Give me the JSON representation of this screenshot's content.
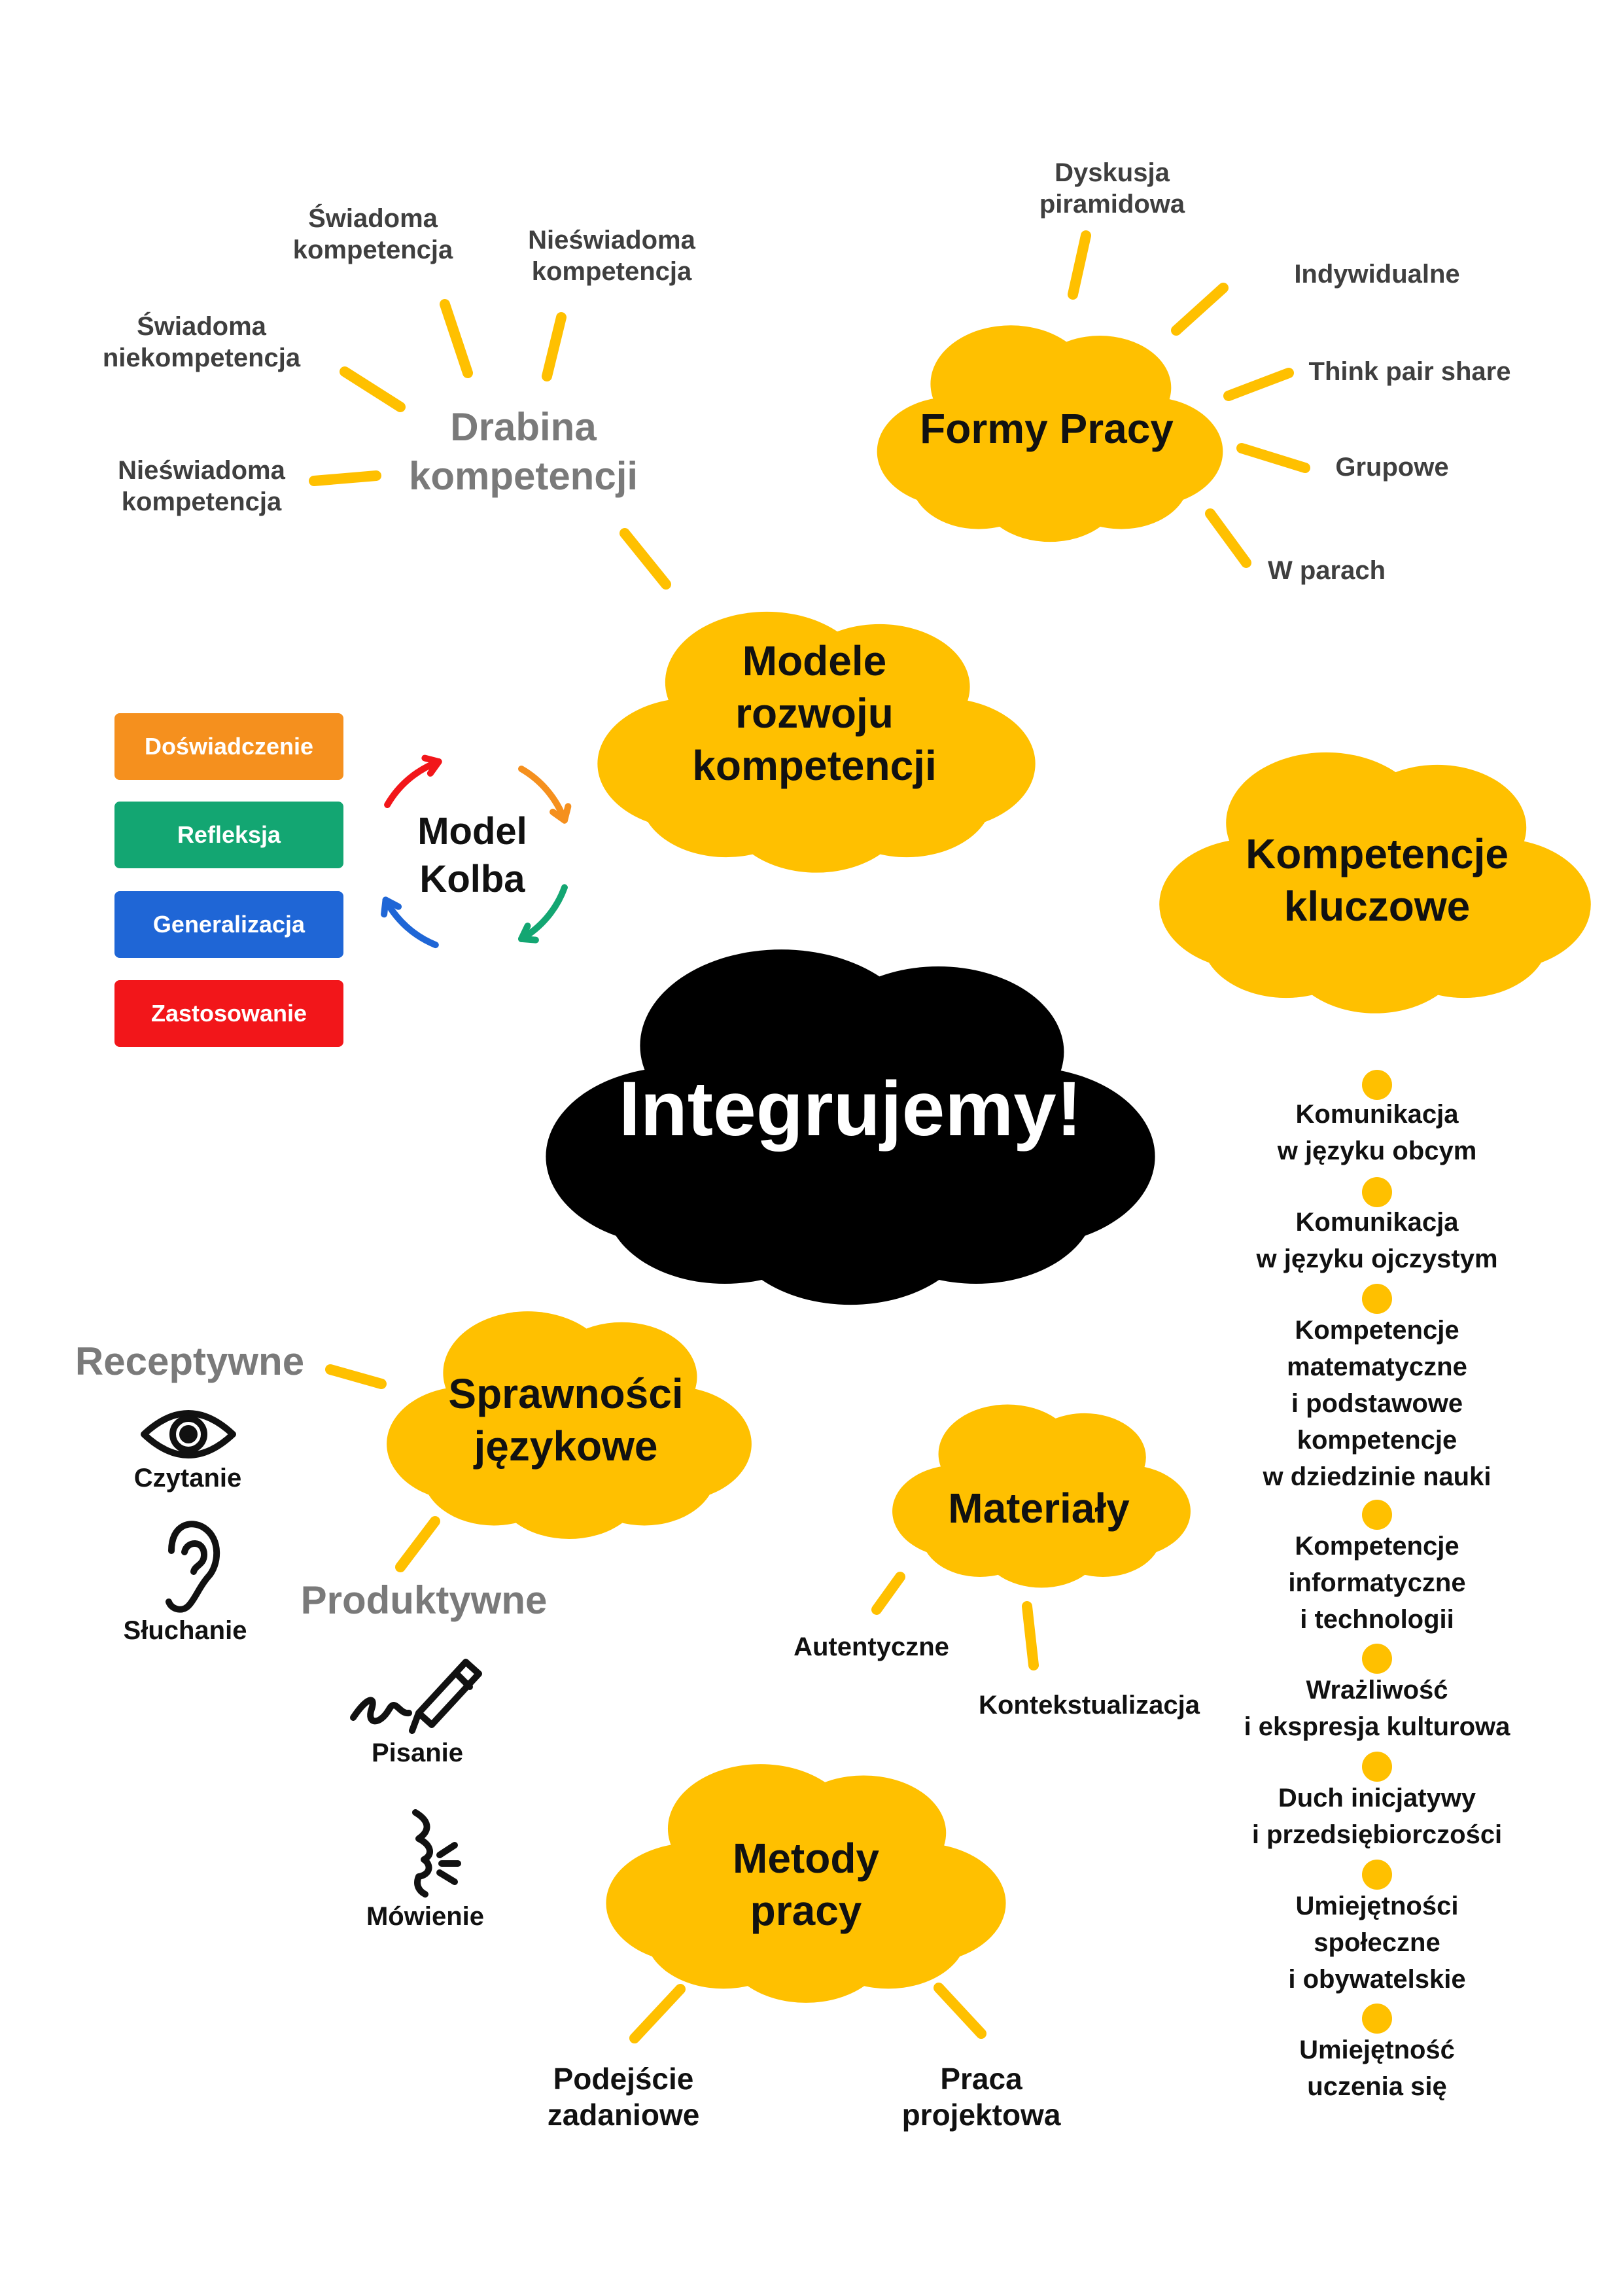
{
  "colors": {
    "cloud": "#FFC000",
    "center_cloud": "#000000",
    "ray": "#FFC000",
    "kolb_experience": "#F5901E",
    "kolb_reflection": "#13A672",
    "kolb_generalization": "#1F66D6",
    "kolb_application": "#F2161A"
  },
  "center": {
    "title": "Integrujemy!"
  },
  "models": {
    "title_lines": [
      "Modele",
      "rozwoju",
      "kompetencji"
    ],
    "ladder": {
      "title_lines": [
        "Drabina",
        "kompetencji"
      ],
      "items": [
        [
          "Świadoma",
          "kompetencja"
        ],
        [
          "Nieświadoma",
          "kompetencja"
        ],
        [
          "Świadoma",
          "niekompetencja"
        ],
        [
          "Nieświadoma",
          "kompetencja"
        ]
      ]
    },
    "kolb": {
      "title_lines": [
        "Model",
        "Kolba"
      ],
      "stages": [
        "Doświadczenie",
        "Refleksja",
        "Generalizacja",
        "Zastosowanie"
      ]
    }
  },
  "forms": {
    "title": "Formy Pracy",
    "items": [
      [
        "Dyskusja",
        "piramidowa"
      ],
      [
        "Indywidualne"
      ],
      [
        "Think pair share"
      ],
      [
        "Grupowe"
      ],
      [
        "W parach"
      ]
    ]
  },
  "key_competences": {
    "title_lines": [
      "Kompetencje",
      "kluczowe"
    ],
    "items": [
      [
        "Komunikacja",
        "w języku obcym"
      ],
      [
        "Komunikacja",
        "w języku ojczystym"
      ],
      [
        "Kompetencje",
        "matematyczne",
        "i podstawowe",
        "kompetencje",
        "w dziedzinie nauki"
      ],
      [
        "Kompetencje",
        "informatyczne",
        "i technologii"
      ],
      [
        "Wrażliwość",
        "i ekspresja kulturowa"
      ],
      [
        "Duch inicjatywy",
        "i przedsiębiorczości"
      ],
      [
        "Umiejętności",
        "społeczne",
        "i obywatelskie"
      ],
      [
        "Umiejętność",
        "uczenia się"
      ]
    ]
  },
  "skills": {
    "title_lines": [
      "Sprawności",
      "językowe"
    ],
    "receptive": {
      "title": "Receptywne",
      "items": [
        {
          "label": "Czytanie",
          "icon": "eye-icon"
        },
        {
          "label": "Słuchanie",
          "icon": "ear-icon"
        }
      ]
    },
    "productive": {
      "title": "Produktywne",
      "items": [
        {
          "label": "Pisanie",
          "icon": "pen-icon"
        },
        {
          "label": "Mówienie",
          "icon": "speaking-face-icon"
        }
      ]
    }
  },
  "materials": {
    "title": "Materiały",
    "items": [
      "Autentyczne",
      "Kontekstualizacja"
    ]
  },
  "methods": {
    "title_lines": [
      "Metody",
      "pracy"
    ],
    "items": [
      [
        "Podejście",
        "zadaniowe"
      ],
      [
        "Praca",
        "projektowa"
      ]
    ]
  }
}
